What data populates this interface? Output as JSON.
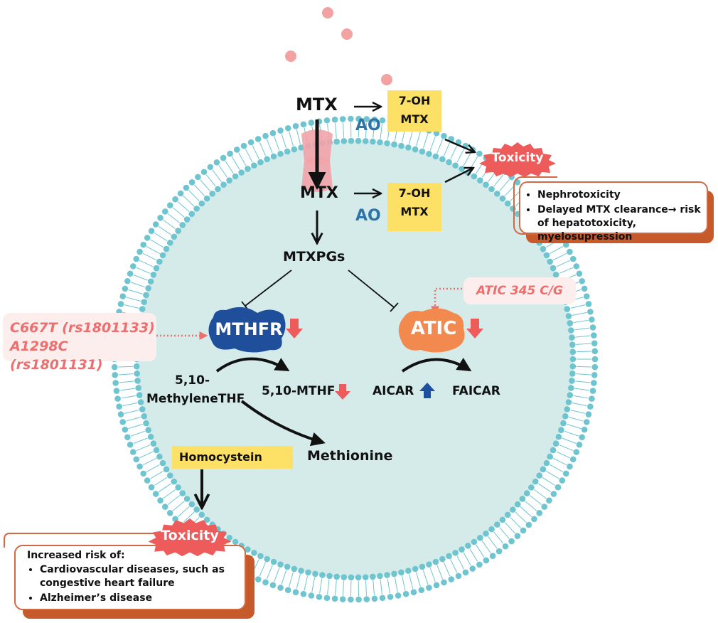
{
  "mtx_outside": "MTX",
  "mtx_inside": "MTX",
  "ao_outside": "AO",
  "ao_inside": "AO",
  "metabolite_outside": {
    "line1": "7-OH",
    "line2": "MTX"
  },
  "metabolite_inside": {
    "line1": "7-OH",
    "line2": "MTX"
  },
  "mtxpgs": "MTXPGs",
  "toxicity_top": {
    "badge": "Toxicity",
    "items": [
      "Nephrotoxicity",
      "Delayed MTX clearance→ risk of hepatotoxicity, myelosupression"
    ]
  },
  "atic_snp": "ATIC 345 C/G",
  "mthfr_snps": [
    "C667T (rs1801133)",
    "A1298C (rs1801131)"
  ],
  "mthfr": "MTHFR",
  "atic": "ATIC",
  "substrate_mthfr": {
    "line1": "5,10-",
    "line2": "MethyleneTHF"
  },
  "product_mthfr": "5,10-MTHF",
  "aicar": "AICAR",
  "faicar": "FAICAR",
  "homocystein": "Homocystein",
  "methionine": "Methionine",
  "toxicity_bottom": {
    "badge": "Toxicity",
    "intro": "Increased risk of:",
    "items": [
      "Cardiovascular diseases, such as congestive heart failure",
      "Alzheimer’s disease"
    ]
  },
  "colors": {
    "membrane": "#6ec4cf",
    "cell_fill": "#d4ebea",
    "metabolite_box": "#fde166",
    "mthfr_blob": "#1f4e9a",
    "atic_blob": "#f28a50",
    "toxicity_badge": "#ee5b5b",
    "decrease_arrow": "#ee5b5b",
    "increase_arrow": "#1d4fa0",
    "snp_text": "#ee6e6e",
    "ao_text": "#2e74a6",
    "callout_border": "#cf6a44"
  }
}
